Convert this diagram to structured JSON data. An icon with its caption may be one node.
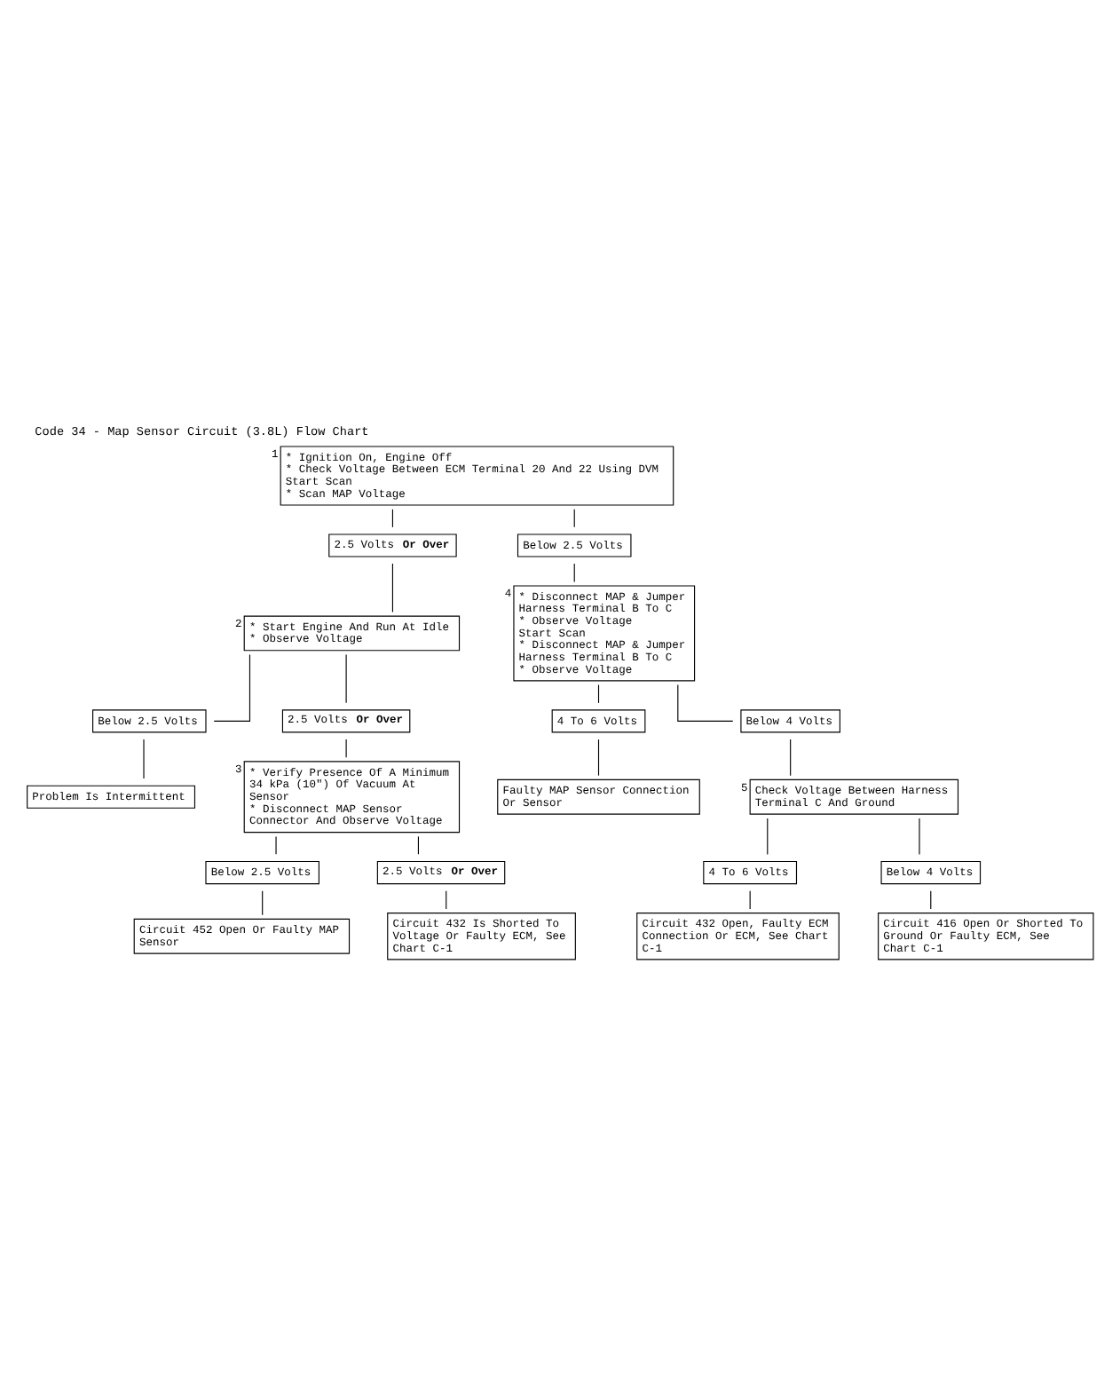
{
  "diagram": {
    "title": "Code 34 - Map Sensor Circuit (3.8L) Flow Chart",
    "nodes": [
      {
        "text": [
          "* Ignition On, Engine Off",
          "* Check Voltage Between ECM Terminal 20 And 22 Using DVM",
          "Start Scan",
          "* Scan MAP Voltage"
        ],
        "beside": [
          "1"
        ]
      },
      {
        "text": [
          "2.5 Volts **Or Over**"
        ]
      },
      {
        "text": [
          "Below 2.5 Volts"
        ]
      },
      {
        "text": [
          "* Start Engine And Run At Idle",
          "* Observe Voltage"
        ],
        "beside": [
          "2"
        ]
      },
      {
        "text": [
          "Below 2.5 Volts"
        ]
      },
      {
        "text": [
          "Problem Is Intermittent"
        ]
      },
      {
        "text": [
          "2.5 Volts **Or Over**"
        ]
      },
      {
        "text": [
          "* Verify Presence Of A Minimum 34 kPa (10\") Of Vacuum At Sensor",
          "* Disconnect MAP Sensor Connector And Observe Voltage"
        ],
        "beside": [
          "3"
        ]
      },
      {
        "text": [
          "Below 2.5 Volts"
        ]
      },
      {
        "text": [
          "Circuit 452 Open Or Faulty MAP Sensor"
        ]
      },
      {
        "text": [
          "2.5 Volts **Or Over**"
        ]
      },
      {
        "text": [
          "Circuit 432 Is Shorted To Voltage Or Faulty ECM, See Chart C-1"
        ]
      },
      {
        "text": [
          "* Disconnect MAP & Jumper Harness Terminal B To C",
          "* Observe Voltage",
          "Start Scan",
          "* Disconnect MAP & Jumper Harness Terminal B To C",
          "* Observe Voltage"
        ],
        "beside": [
          "4"
        ]
      },
      {
        "text": [
          "4 To 6 Volts"
        ]
      },
      {
        "text": [
          "Faulty MAP Sensor Connection Or Sensor"
        ]
      },
      {
        "text": [
          "Below 4 Volts"
        ]
      },
      {
        "text": [
          "Check Voltage Between Harness Terminal C And Ground"
        ],
        "beside": [
          "5"
        ]
      },
      {
        "text": [
          "4 To 6 Volts"
        ]
      },
      {
        "text": [
          "Circuit 432 Open, Faulty ECM Connection Or ECM, See Chart C-1"
        ]
      },
      {
        "text": [
          "Below 4 Volts"
        ]
      },
      {
        "text": [
          "Circuit 416 Open Or Shorted To Ground Or Faulty ECM, See Chart C-1"
        ]
      }
    ],
    "edges": [
      {
        "from": 0,
        "to": 1,
        "arrow": "none"
      },
      {
        "from": 0,
        "to": 2,
        "arrow": "none"
      },
      {
        "from": 1,
        "to": 3,
        "arrow": "none"
      },
      {
        "from": 3,
        "to": 4,
        "arrow": "none"
      },
      {
        "from": 4,
        "to": 5,
        "arrow": "none"
      },
      {
        "from": 3,
        "to": 6,
        "arrow": "none"
      },
      {
        "from": 6,
        "to": 7,
        "arrow": "none"
      },
      {
        "from": 7,
        "to": 8,
        "arrow": "none"
      },
      {
        "from": 8,
        "to": 9,
        "arrow": "none"
      },
      {
        "from": 7,
        "to": 10,
        "arrow": "none"
      },
      {
        "from": 10,
        "to": 11,
        "arrow": "none"
      },
      {
        "from": 2,
        "to": 12,
        "arrow": "none"
      },
      {
        "from": 12,
        "to": 13,
        "arrow": "none"
      },
      {
        "from": 13,
        "to": 14,
        "arrow": "none"
      },
      {
        "from": 12,
        "to": 15,
        "arrow": "none"
      },
      {
        "from": 15,
        "to": 16,
        "arrow": "none"
      },
      {
        "from": 16,
        "to": 17,
        "arrow": "none"
      },
      {
        "from": 17,
        "to": 18,
        "arrow": "none"
      },
      {
        "from": 16,
        "to": 19,
        "arrow": "none"
      },
      {
        "from": 19,
        "to": 20,
        "arrow": "none"
      }
    ]
  }
}
